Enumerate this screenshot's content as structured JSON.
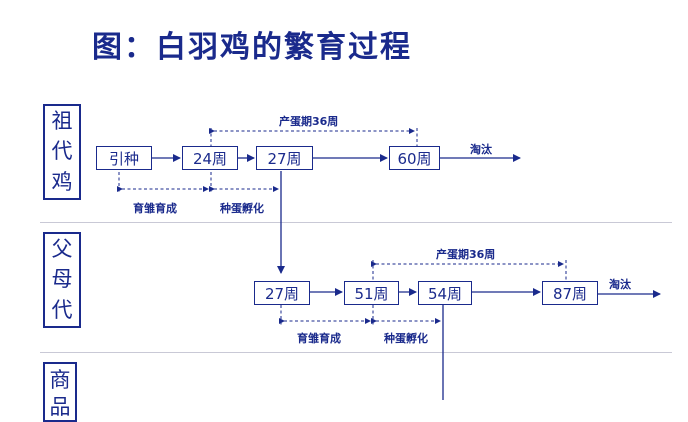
{
  "title": "图：白羽鸡的繁育过程",
  "rows": {
    "grandparent": [
      "祖",
      "代",
      "鸡"
    ],
    "parent": [
      "父",
      "母",
      "代"
    ],
    "commercial": [
      "商",
      "品"
    ]
  },
  "gp": {
    "box_intro": "引种",
    "box_24": "24周",
    "box_27": "27周",
    "box_60": "60周",
    "cull": "淘汰",
    "laying": "产蛋期36周",
    "rearing": "育雏育成",
    "hatching": "种蛋孵化"
  },
  "pp": {
    "box_27": "27周",
    "box_51": "51周",
    "box_54": "54周",
    "box_87": "87周",
    "cull": "淘汰",
    "laying": "产蛋期36周",
    "rearing": "育雏育成",
    "hatching": "种蛋孵化"
  }
}
